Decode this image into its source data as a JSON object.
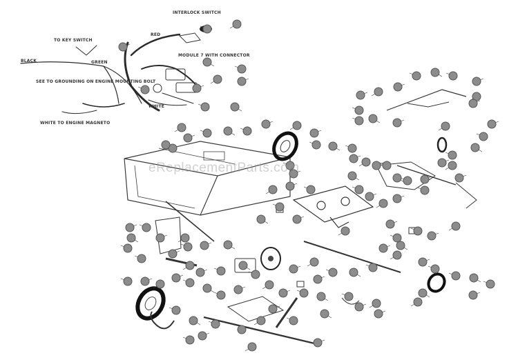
{
  "watermark": "eReplacementParts.com",
  "callout_labels": {
    "interlock_switch": "INTERLOCK SWITCH",
    "to_key_switch": "TO KEY SWITCH",
    "black": "BLACK",
    "green": "GREEN",
    "red": "RED",
    "module": "MODULE 7 WITH CONNECTOR",
    "see_grounding": "SEE TO GROUNDING ON ENGINE MOUNTING BOLT",
    "white": "WHITE",
    "white_magneto": "WHITE TO ENGINE MAGNETO"
  },
  "colors": {
    "line": "#3a3a3a",
    "bubble_fill": "#8c8c8c",
    "bubble_stroke": "#555555"
  }
}
